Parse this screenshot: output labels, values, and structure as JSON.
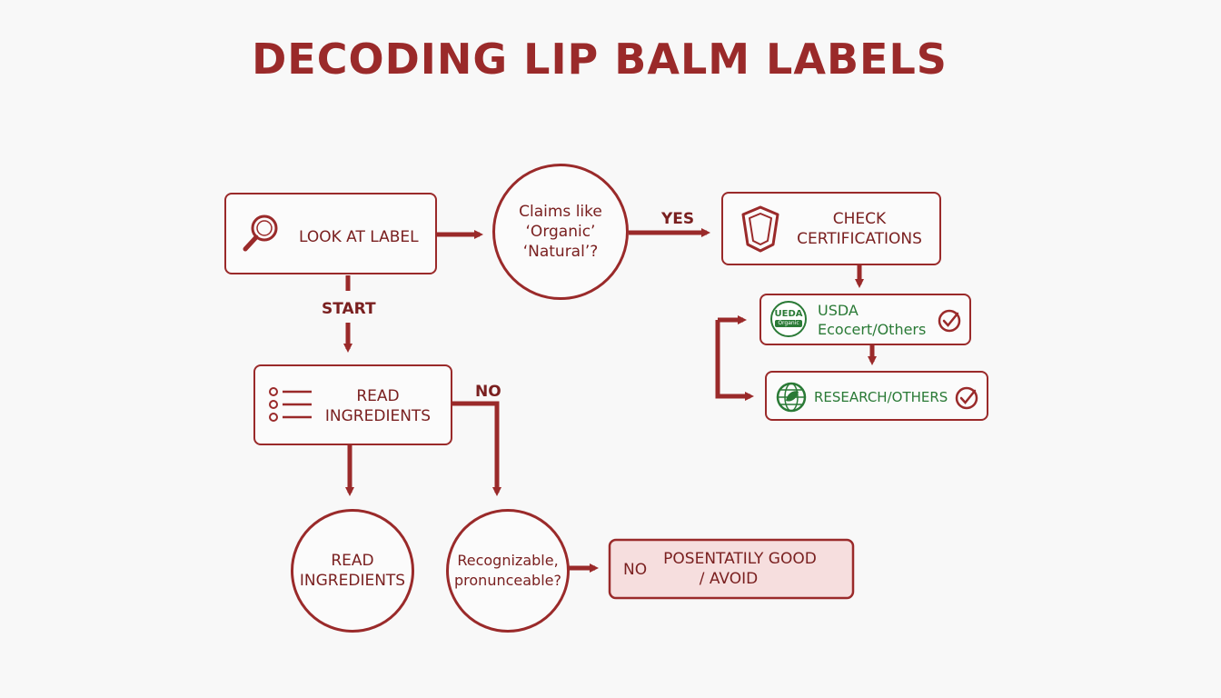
{
  "title": "DECODING LIP BALM LABELS",
  "colors": {
    "accent": "#9a2a2a",
    "text": "#7a2020",
    "green": "#2a7a36",
    "highlight_fill": "#f6dede"
  },
  "nodes": {
    "look_at_label": {
      "label": "LOOK AT LABEL",
      "icon": "magnifier-icon"
    },
    "claims": {
      "line1": "Claims like",
      "line2": "‘Organic’",
      "line3": "‘Natural’?"
    },
    "check_cert": {
      "line1": "CHECK",
      "line2": "CERTIFICATIONS",
      "icon": "shield-icon"
    },
    "usda": {
      "badge": "UEDA",
      "badge_sub": "Organic",
      "line1": "USDA",
      "line2": "Ecocert/Others",
      "icon": "check-circle-icon"
    },
    "research": {
      "label": "RESEARCH/OTHERS",
      "icon": "globe-leaf-icon"
    },
    "read_ingredients_box": {
      "line1": "READ",
      "line2": "INGREDIENTS",
      "icon": "list-icon"
    },
    "read_ingredients_circle": {
      "line1": "READ",
      "line2": "INGREDIENTS"
    },
    "recognizable": {
      "line1": "Recognizable,",
      "line2": "pronunceable?"
    },
    "result": {
      "prefix": "NO",
      "line1": "POSENTATILY GOOD",
      "line2": "/ AVOID"
    }
  },
  "edge_labels": {
    "yes": "YES",
    "start": "START",
    "no_top": "NO"
  }
}
